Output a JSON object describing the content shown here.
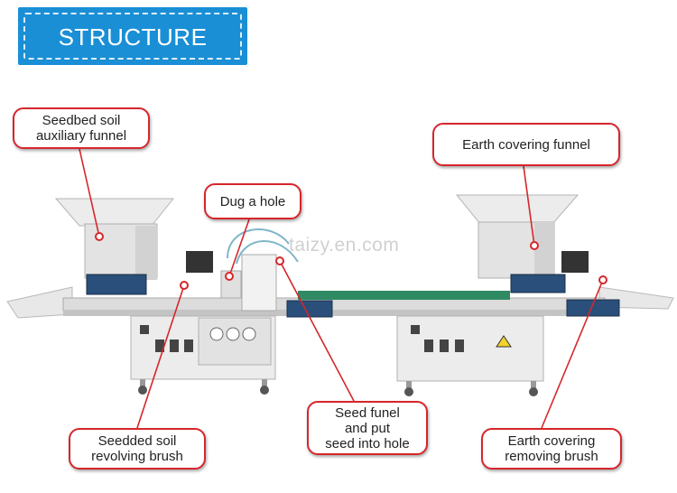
{
  "banner": {
    "title": "STRUCTURE"
  },
  "watermark": "taizy.en.com",
  "colors": {
    "banner": "#1a8fd6",
    "callout_border": "#d6262b",
    "leader_line": "#d6262b"
  },
  "callouts": {
    "seedbed_funnel": "Seedbed soil\nauxiliary funnel",
    "dug_hole": "Dug a hole",
    "earth_funnel": "Earth covering funnel",
    "seedded_brush": "Seedded soil\nrevolving brush",
    "seed_funel": "Seed funel\nand  put\nseed into hole",
    "earth_removing_brush": "Earth covering\nremoving brush"
  }
}
